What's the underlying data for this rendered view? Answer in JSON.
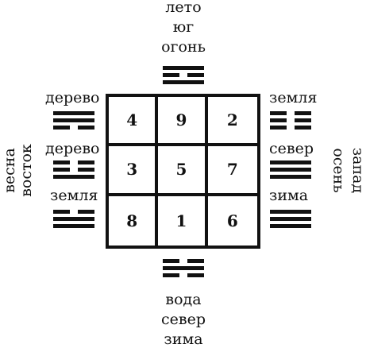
{
  "top": [
    "лето",
    "юг",
    "огонь"
  ],
  "bottom": [
    "вода",
    "север",
    "зима"
  ],
  "left_vertical": [
    "весна",
    "восток"
  ],
  "right_vertical": [
    "осень",
    "запад"
  ],
  "left_labels": [
    "дерево",
    "дерево",
    "земля"
  ],
  "right_labels": [
    "земля",
    "север",
    "зима"
  ],
  "grid": [
    [
      "4",
      "9",
      "2"
    ],
    [
      "3",
      "5",
      "7"
    ],
    [
      "8",
      "1",
      "6"
    ]
  ],
  "trigrams": {
    "top": [
      1,
      0,
      1
    ],
    "bottom": [
      0,
      1,
      0
    ],
    "left": [
      [
        1,
        1,
        0
      ],
      [
        0,
        0,
        1
      ],
      [
        0,
        1,
        1
      ]
    ],
    "right": [
      [
        0,
        0,
        0
      ],
      [
        1,
        1,
        1
      ],
      [
        1,
        1,
        1
      ]
    ]
  }
}
